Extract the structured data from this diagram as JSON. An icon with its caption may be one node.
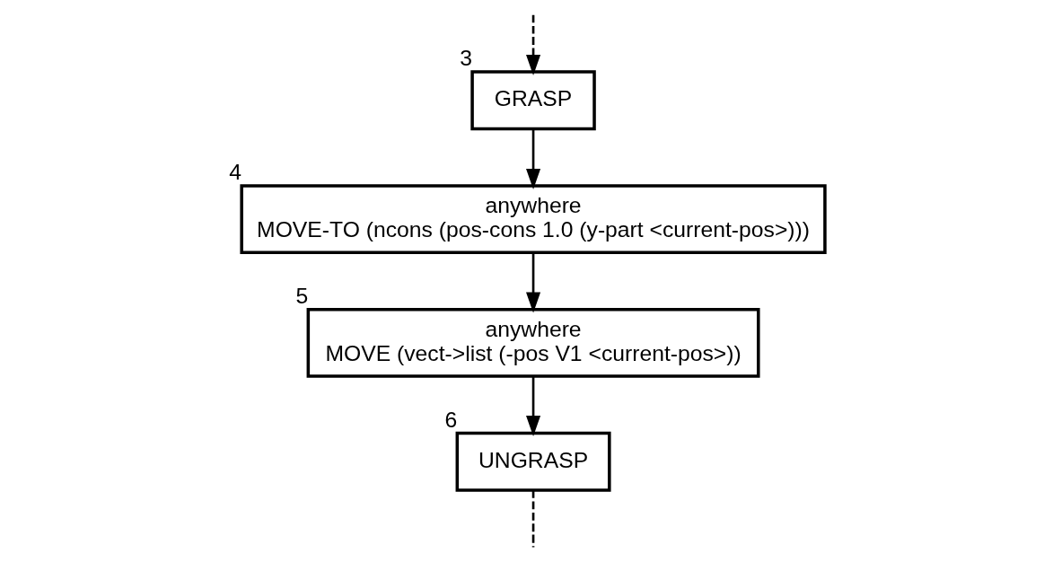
{
  "diagram": {
    "nodes": [
      {
        "text": [
          "GRASP"
        ],
        "beside": [
          "3"
        ]
      },
      {
        "text": [
          "anywhere",
          "MOVE-TO (ncons (pos-cons 1.0 (y-part <current-pos>)))"
        ],
        "beside": [
          "4"
        ]
      },
      {
        "text": [
          "anywhere",
          "MOVE (vect->list (-pos V1 <current-pos>))"
        ],
        "beside": [
          "5"
        ]
      },
      {
        "text": [
          "UNGRASP"
        ],
        "beside": [
          "6"
        ]
      }
    ],
    "edges": [
      {
        "from": null,
        "to": 0,
        "arrow": "to",
        "style": "dashed"
      },
      {
        "from": 0,
        "to": 1,
        "arrow": "to"
      },
      {
        "from": 1,
        "to": 2,
        "arrow": "to"
      },
      {
        "from": 2,
        "to": 3,
        "arrow": "to"
      },
      {
        "from": 3,
        "to": null,
        "arrow": "none",
        "style": "dashed"
      }
    ]
  }
}
